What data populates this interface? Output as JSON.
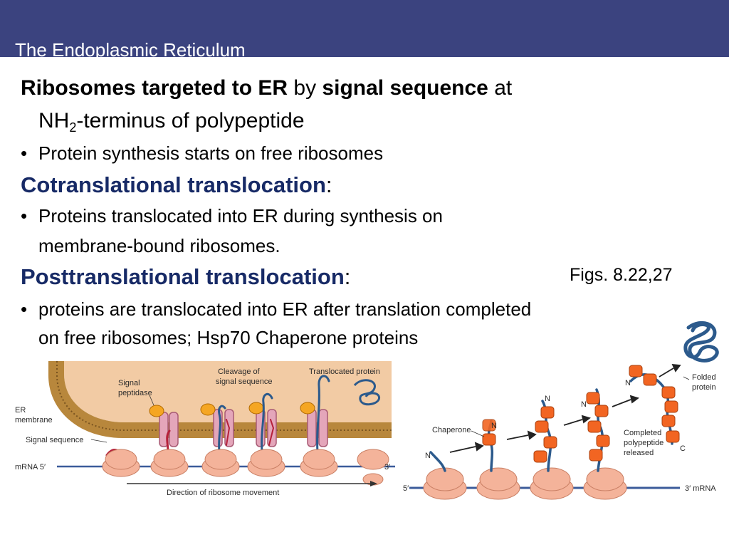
{
  "header": {
    "title": "The Endoplasmic Reticulum"
  },
  "content": {
    "line1": {
      "bold_a": "Ribosomes targeted to ER",
      "plain_a": " by ",
      "bold_b": "signal sequence",
      "plain_b": " at"
    },
    "line2": {
      "nh": "NH",
      "sub": "2",
      "rest": "-terminus of polypeptide"
    },
    "bullet_symbol": "•",
    "bullet1": "Protein synthesis starts on free ribosomes",
    "heading_cotrans": "Cotranslational translocation",
    "colon": ":",
    "bullet2_line1": "Proteins translocated into ER during synthesis on",
    "bullet2_line2": "membrane-bound ribosomes.",
    "heading_posttrans": "Posttranslational translocation",
    "figs_ref": "Figs. 8.22,27",
    "bullet3_line1": "proteins are translocated into ER after translation completed",
    "bullet3_line2": "on free ribosomes; Hsp70 Chaperone proteins"
  },
  "figure_left": {
    "er_membrane": [
      "ER",
      "membrane"
    ],
    "signal_peptidase": [
      "Signal",
      "peptidase"
    ],
    "cleavage": [
      "Cleavage of",
      "signal sequence"
    ],
    "translocated_protein": "Translocated protein",
    "signal_sequence": "Signal sequence",
    "mrna_5": "mRNA 5′",
    "end_3": "3′",
    "direction": "Direction of ribosome movement"
  },
  "figure_right": {
    "chaperone": "Chaperone",
    "n": "N",
    "c": "C",
    "completed": [
      "Completed",
      "polypeptide",
      "released"
    ],
    "folded": [
      "Folded",
      "protein"
    ],
    "end_5": "5′",
    "mrna_3": "3′  mRNA"
  },
  "colors": {
    "header": "#3b437f",
    "heading_blue": "#172a66",
    "er_lumen": "#f2cba4",
    "membrane": "#b8873c",
    "ribosome": "#f4b39a",
    "chaperone": "#f26522",
    "polypeptide": "#2c5a8c",
    "signal_seq": "#b5203a",
    "channel": "#e4a6ba"
  }
}
